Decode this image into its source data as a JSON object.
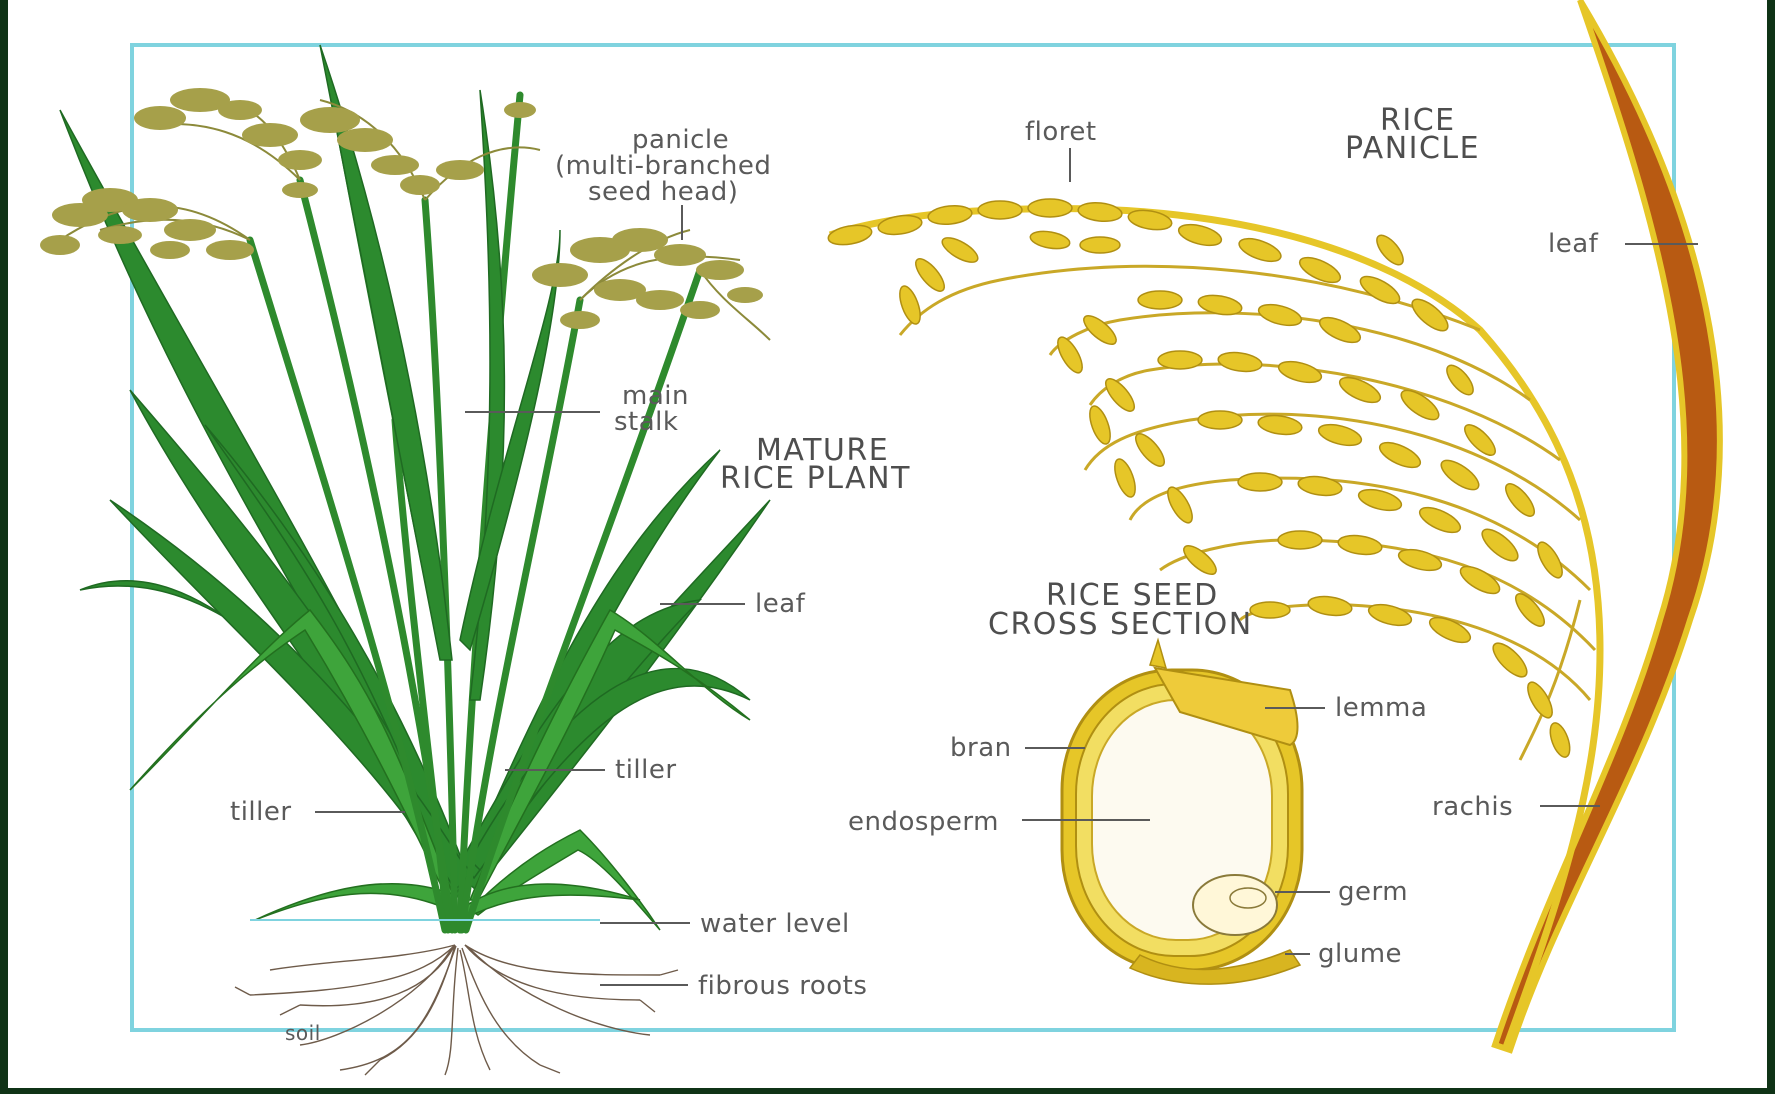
{
  "colors": {
    "frame": "#0f3316",
    "background": "#ffffff",
    "border": "#7fd3df",
    "plant_green": "#2c8a2e",
    "seed_head": "#a6a04a",
    "grain_yellow": "#e6c628",
    "leaf_brown": "#b85a12",
    "label_gray": "#5a5a5a"
  },
  "plant": {
    "title_line1": "MATURE",
    "title_line2": "RICE PLANT",
    "labels": {
      "panicle_line1": "panicle",
      "panicle_line2": "(multi-branched",
      "panicle_line3": "seed head)",
      "main_stalk_line1": "main",
      "main_stalk_line2": "stalk",
      "leaf": "leaf",
      "tiller_right": "tiller",
      "tiller_left": "tiller",
      "water_level": "water level",
      "fibrous_roots": "fibrous roots",
      "soil": "soil"
    }
  },
  "panicle": {
    "title_line1": "RICE",
    "title_line2": "PANICLE",
    "labels": {
      "floret": "floret",
      "leaf": "leaf",
      "rachis": "rachis"
    }
  },
  "seed": {
    "title_line1": "RICE SEED",
    "title_line2": "CROSS SECTION",
    "labels": {
      "lemma": "lemma",
      "bran": "bran",
      "endosperm": "endosperm",
      "germ": "germ",
      "glume": "glume"
    }
  }
}
